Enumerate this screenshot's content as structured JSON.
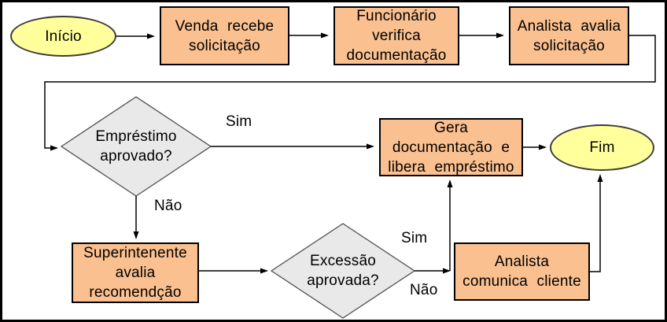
{
  "nodes": {
    "start": {
      "label": "Início",
      "shape": "terminator"
    },
    "venda": {
      "label": "Venda recebe\nsolicitação",
      "shape": "process"
    },
    "funcionario": {
      "label": "Funcionário\nverifica\ndocumentação",
      "shape": "process"
    },
    "analista_avalia": {
      "label": "Analista avalia\nsolicitação",
      "shape": "process"
    },
    "emprestimo_aprovado": {
      "label": "Empréstimo\naprovado?",
      "shape": "decision"
    },
    "gera_doc": {
      "label": "Gera\ndocumentação e\nlibera empréstimo",
      "shape": "process"
    },
    "fim": {
      "label": "Fim",
      "shape": "terminator"
    },
    "superintenente": {
      "label": "Superintenente\navalia\nrecomendção",
      "shape": "process"
    },
    "excessao_aprovada": {
      "label": "Excessão\naprovada?",
      "shape": "decision"
    },
    "analista_comunica": {
      "label": "Analista\ncomunica cliente",
      "shape": "process"
    }
  },
  "edge_labels": {
    "emprestimo_sim": "Sim",
    "emprestimo_nao": "Não",
    "excessao_sim": "Sim",
    "excessao_nao": "Não"
  },
  "colors": {
    "process_fill": "#FAC090",
    "terminator_fill": "#FFFF9C",
    "decision_fill": "#E9E9E9",
    "line": "#000000",
    "background": "#FFFFFF"
  }
}
